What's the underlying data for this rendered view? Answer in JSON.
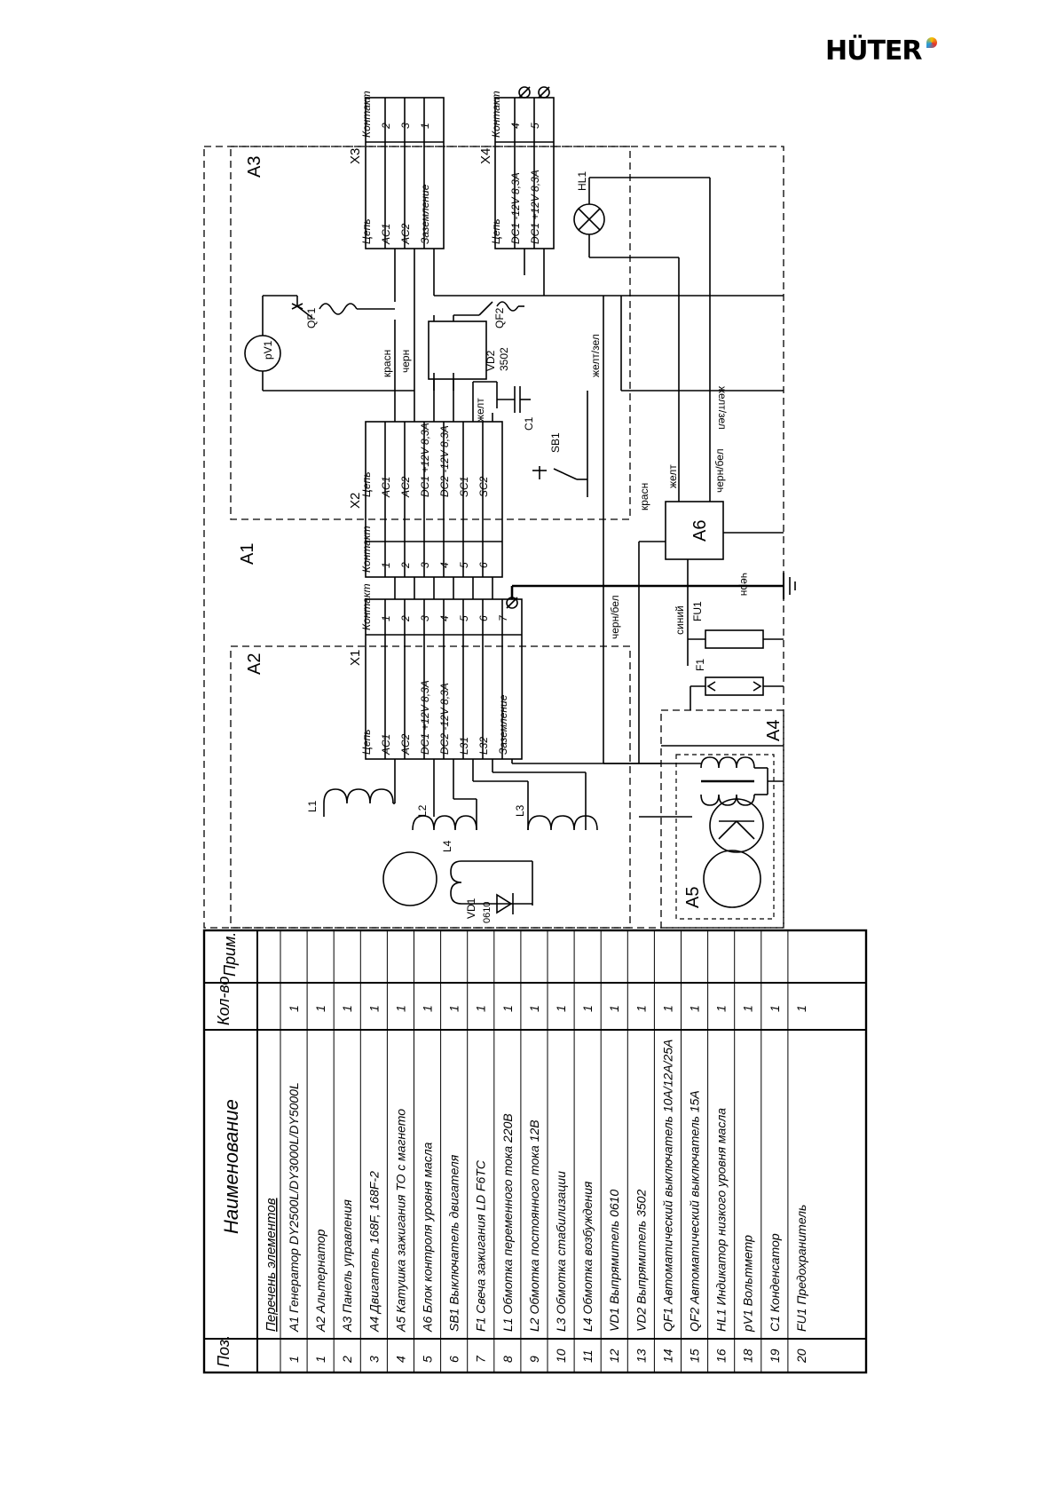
{
  "brand": {
    "logo_text": "HÜTER"
  },
  "blocks": {
    "a1": "A1",
    "a2": "A2",
    "a3": "A3",
    "a4": "A4",
    "a5": "A5",
    "a6": "A6"
  },
  "connectors": {
    "x1": {
      "title": "X1",
      "header": [
        "Цепь",
        "Контакт"
      ],
      "rows": [
        [
          "AC1",
          "1"
        ],
        [
          "AC2",
          "2"
        ],
        [
          "DC1 +12V 8,3A",
          "3"
        ],
        [
          "DC2 -12V 8,3A",
          "4"
        ],
        [
          "L31",
          "5"
        ],
        [
          "L32",
          "6"
        ],
        [
          "Заземление",
          "7"
        ]
      ]
    },
    "x2": {
      "title": "X2",
      "header": [
        "Контакт",
        "Цепь"
      ],
      "rows": [
        [
          "1",
          "AC1"
        ],
        [
          "2",
          "AC2"
        ],
        [
          "3",
          "DC1 +12V 8,3A"
        ],
        [
          "4",
          "DC2 -12V 8,3A"
        ],
        [
          "5",
          "SC1"
        ],
        [
          "6",
          "SC2"
        ]
      ]
    },
    "x3": {
      "title": "X3",
      "header": [
        "Цепь",
        "Контакт"
      ],
      "rows": [
        [
          "AC1",
          "2"
        ],
        [
          "AC2",
          "3"
        ],
        [
          "Заземление",
          "1"
        ]
      ]
    },
    "x4": {
      "title": "X4",
      "header": [
        "Цепь",
        "Контакт"
      ],
      "rows": [
        [
          "DC1 -12V 8,3A",
          "4"
        ],
        [
          "DC1 +12V 8,3A",
          "5"
        ]
      ]
    }
  },
  "components": {
    "pv1": "pV1",
    "qf1": "QF1",
    "qf2": "QF2",
    "vd2": "VD2",
    "vd2_code": "3502",
    "c1": "C1",
    "sb1": "SB1",
    "hl1": "HL1",
    "fu1": "FU1",
    "f1": "F1",
    "l1": "L1",
    "l2": "L2",
    "l3": "L3",
    "l4": "L4",
    "vd1": "VD1",
    "vd1_code": "0610"
  },
  "wires": {
    "krasn": "красн",
    "chern": "черн",
    "zhelt": "желт",
    "zhelt_zel": "желт/зел",
    "chern_bel": "черн/бел",
    "siniy": "синий"
  },
  "parts_table": {
    "headers": {
      "pos": "Поз.",
      "name": "Наименование",
      "qty": "Кол-во",
      "note": "Прим."
    },
    "section_title": "Перечень элементов",
    "rows": [
      [
        "1",
        "A1 Генератор DY2500L/DY3000L/DY5000L",
        "1"
      ],
      [
        "1",
        "A2 Альтернатор",
        "1"
      ],
      [
        "2",
        "A3 Панель управления",
        "1"
      ],
      [
        "3",
        "A4 Двигатель 168F, 168F-2",
        "1"
      ],
      [
        "4",
        "A5 Катушка зажигания ТО с магнето",
        "1"
      ],
      [
        "5",
        "A6 Блок контроля уровня масла",
        "1"
      ],
      [
        "6",
        "SB1 Выключатель двигателя",
        "1"
      ],
      [
        "7",
        "F1 Свеча зажигания LD F6TC",
        "1"
      ],
      [
        "8",
        "L1 Обмотка переменного тока 220В",
        "1"
      ],
      [
        "9",
        "L2 Обмотка постоянного тока 12В",
        "1"
      ],
      [
        "10",
        "L3 Обмотка стабилизации",
        "1"
      ],
      [
        "11",
        "L4 Обмотка возбуждения",
        "1"
      ],
      [
        "12",
        "VD1 Выпрямитель 0610",
        "1"
      ],
      [
        "13",
        "VD2 Выпрямитель 3502",
        "1"
      ],
      [
        "14",
        "QF1 Автоматический выключатель 10A/12A/25A",
        "1"
      ],
      [
        "15",
        "QF2 Автоматический выключатель 15A",
        "1"
      ],
      [
        "16",
        "HL1 Индикатор низкого уровня масла",
        "1"
      ],
      [
        "18",
        "pV1 Вольтметр",
        "1"
      ],
      [
        "19",
        "C1 Конденсатор",
        "1"
      ],
      [
        "20",
        "FU1 Предохранитель",
        "1"
      ]
    ]
  }
}
